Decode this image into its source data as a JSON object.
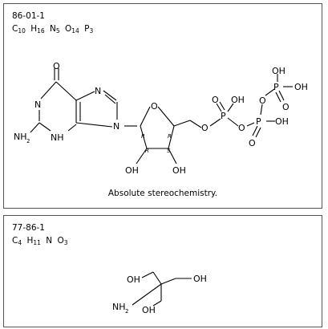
{
  "entries": [
    {
      "cas": "86-01-1",
      "formula": [
        {
          "el": "C",
          "n": "10"
        },
        {
          "el": "H",
          "n": "16"
        },
        {
          "el": "N",
          "n": "5"
        },
        {
          "el": "O",
          "n": "14"
        },
        {
          "el": "P",
          "n": "3"
        }
      ],
      "note": "Absolute stereochemistry.",
      "atoms": {
        "O": "O",
        "N": "N",
        "NH": "NH",
        "NH2": "NH",
        "sub2": "2",
        "OH": "OH",
        "P": "P",
        "R": "R",
        "S": "S"
      }
    },
    {
      "cas": "77-86-1",
      "formula": [
        {
          "el": "C",
          "n": "4"
        },
        {
          "el": "H",
          "n": "11"
        },
        {
          "el": "N",
          "n": ""
        },
        {
          "el": "O",
          "n": "3"
        }
      ],
      "atoms": {
        "OH": "OH",
        "NH2": "NH",
        "sub2": "2"
      }
    }
  ]
}
